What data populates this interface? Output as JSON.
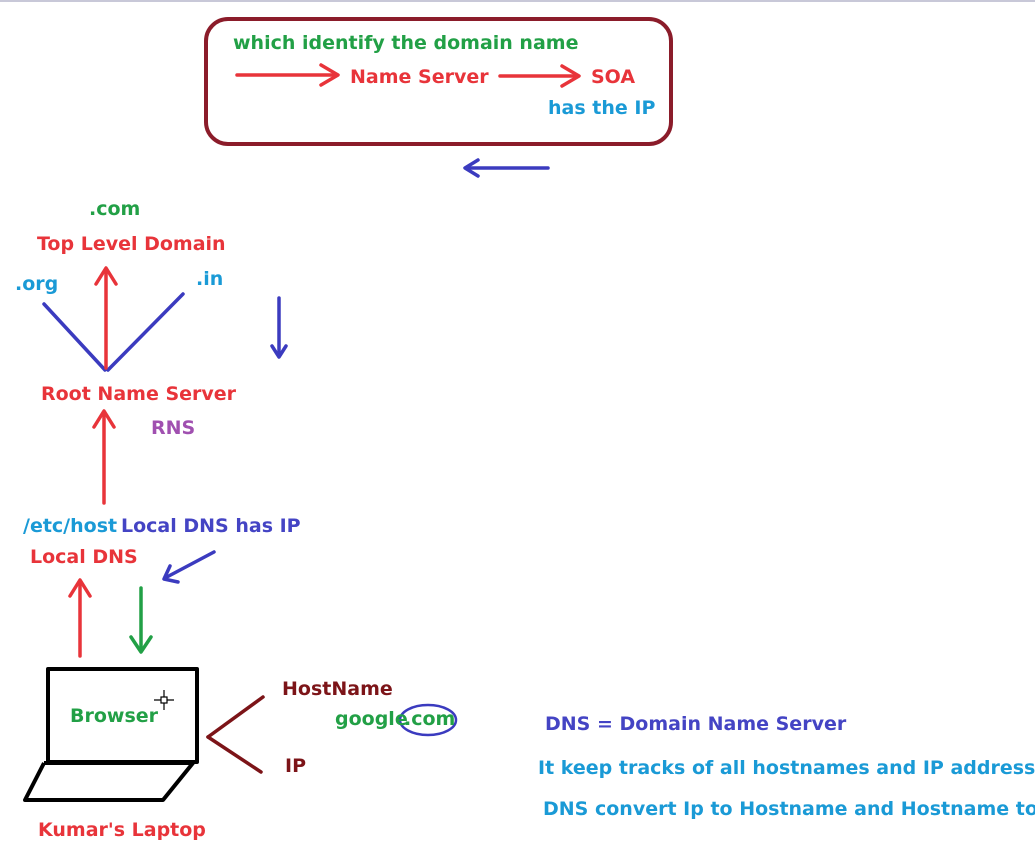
{
  "box": {
    "line1": "which identify the domain name",
    "name_server": "Name Server",
    "soa": "SOA",
    "has_ip": "has the IP"
  },
  "tld": {
    "com": ".com",
    "title": "Top Level Domain",
    "org": ".org",
    "in": ".in"
  },
  "root": {
    "title": "Root Name Server",
    "abbr": "RNS"
  },
  "local": {
    "etc_host": "/etc/host",
    "has_ip": "Local DNS has IP",
    "title": "Local DNS"
  },
  "laptop": {
    "browser": "Browser",
    "owner": "Kumar's Laptop"
  },
  "host": {
    "hostname": "HostName",
    "google": "google",
    "com": ".com",
    "ip": "IP"
  },
  "notes": {
    "dns_def": "DNS = Domain Name Server",
    "keep_tracks": "It keep tracks of all hostnames and IP address",
    "convert": "DNS convert Ip to Hostname and Hostname to IP"
  },
  "colors": {
    "red": "#e8343a",
    "green": "#22a046",
    "cyan": "#1a9ad6",
    "indigo": "#4444c4",
    "purple": "#a050b0",
    "maroon": "#7c1418",
    "black": "#000000"
  },
  "icons": [
    "cursor-crosshair-icon",
    "laptop-icon"
  ]
}
